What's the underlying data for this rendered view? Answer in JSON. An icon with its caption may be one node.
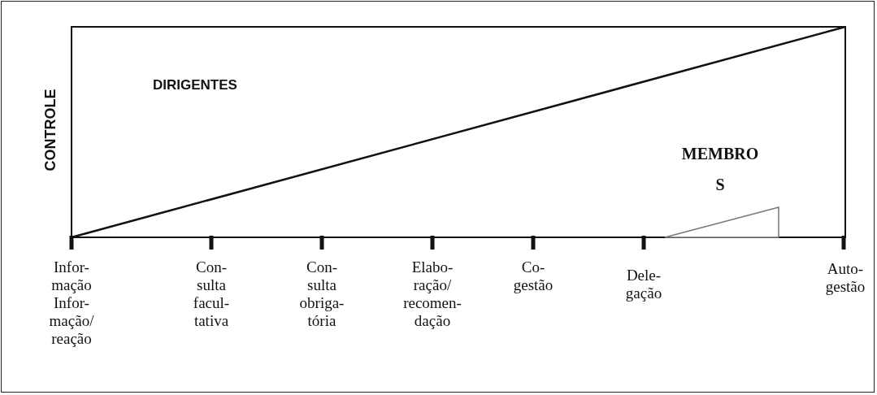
{
  "diagram": {
    "nodes": [
      {
        "text": [],
        "shape": "triangle"
      }
    ],
    "labels": [
      "CONTROLE",
      "DIRIGENTES",
      "MEMBRO S",
      "Infor- mação",
      "Infor- mação/ reação",
      "Con- sulta facul- tativa",
      "Con- sulta obriga- tória",
      "Elabo- ração/ recomen- dação",
      "Co- gestão",
      "Dele- gação",
      "Auto- gestão"
    ]
  }
}
